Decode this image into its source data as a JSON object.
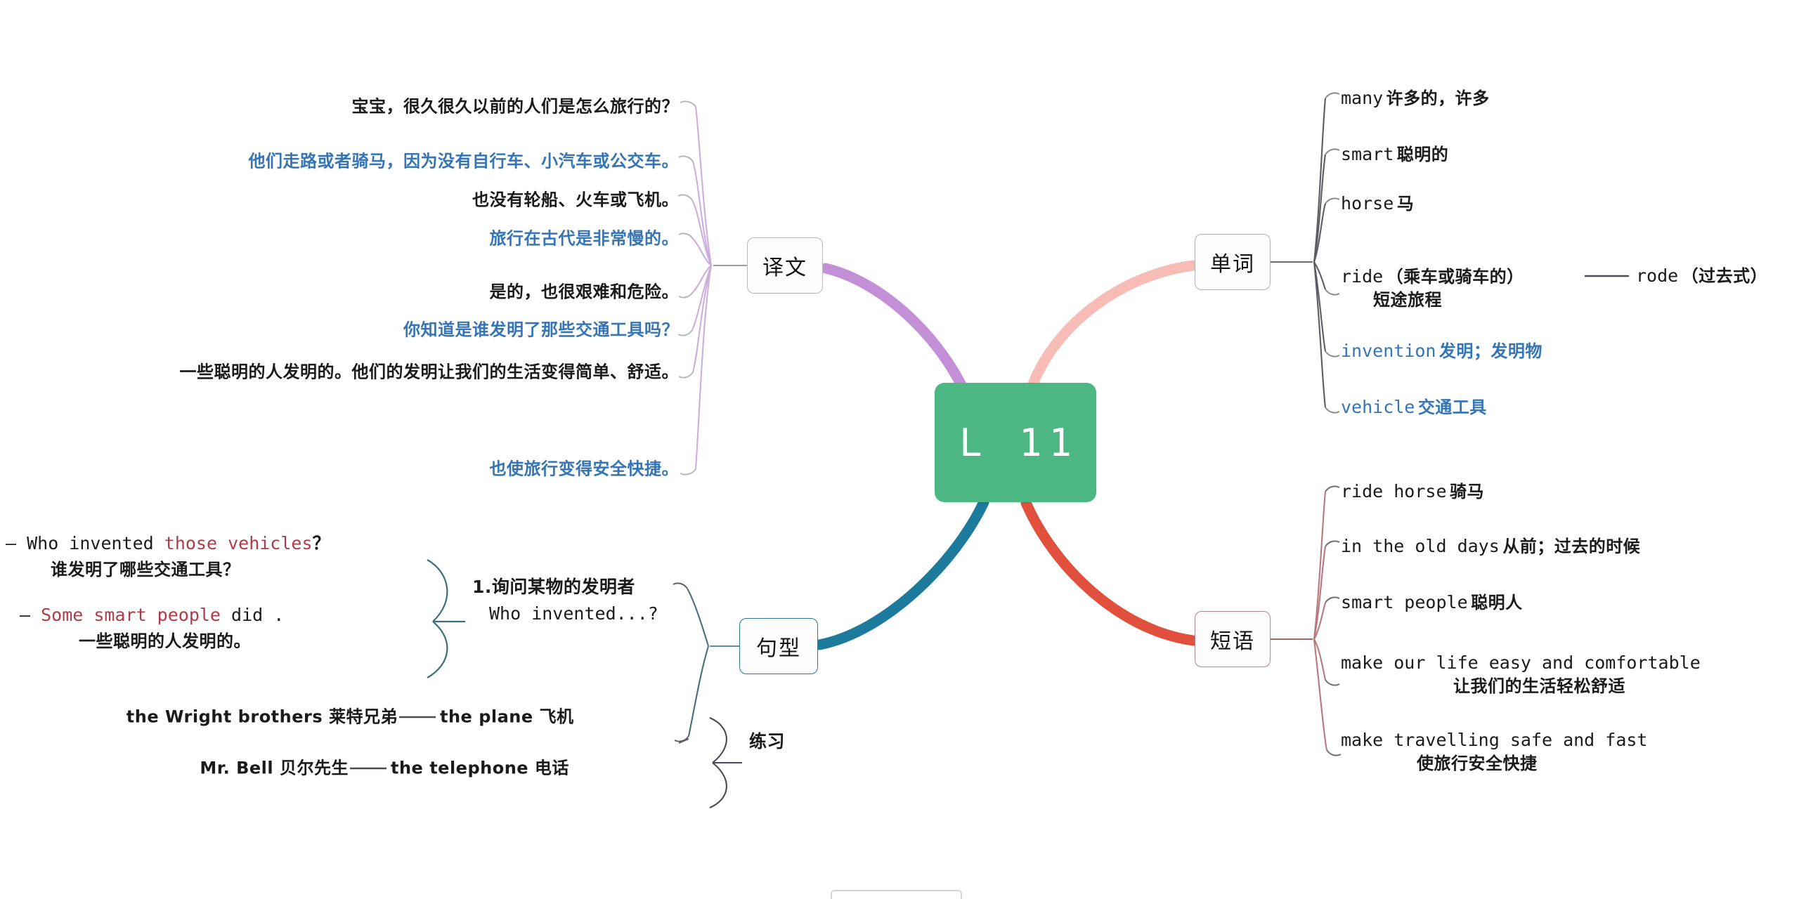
{
  "central": {
    "label": "L 11",
    "color": "#4cb782"
  },
  "branches": {
    "yiwen": {
      "label": "译文",
      "connector_color": "#c38fd6",
      "items": [
        {
          "text": "宝宝，很久很久以前的人们是怎么旅行的？",
          "color": "dark"
        },
        {
          "text": "他们走路或者骑马，因为没有自行车、小汽车或公交车。",
          "color": "blue"
        },
        {
          "text": "也没有轮船、火车或飞机。",
          "color": "dark"
        },
        {
          "text": "旅行在古代是非常慢的。",
          "color": "blue"
        },
        {
          "text": "是的，也很艰难和危险。",
          "color": "dark"
        },
        {
          "text": "你知道是谁发明了那些交通工具吗？",
          "color": "blue"
        },
        {
          "text": "一些聪明的人发明的。他们的发明让我们的生活变得简单、舒适。",
          "color": "dark"
        },
        {
          "text": "也使旅行变得安全快捷。",
          "color": "blue"
        }
      ]
    },
    "danci": {
      "label": "单词",
      "connector_color": "#f4b7b1",
      "items": [
        {
          "en": "many",
          "zh": "许多的，许多",
          "color": "dark"
        },
        {
          "en": "smart",
          "zh": "聪明的",
          "color": "dark"
        },
        {
          "en": "horse",
          "zh": "马",
          "color": "dark"
        },
        {
          "en": "ride",
          "zh": "（乘车或骑车的）",
          "zh2": "短途旅程",
          "color": "dark",
          "child": {
            "en": "rode",
            "zh": "（过去式）"
          }
        },
        {
          "en": "invention",
          "zh": "发明；发明物",
          "color": "blue"
        },
        {
          "en": "vehicle",
          "zh": "交通工具",
          "color": "blue"
        }
      ]
    },
    "duanyu": {
      "label": "短语",
      "connector_color": "#e0503c",
      "items": [
        {
          "en": "ride horse",
          "zh": "骑马",
          "color": "dark"
        },
        {
          "en": "in the old days",
          "zh": "从前；过去的时候",
          "color": "dark"
        },
        {
          "en": "smart people",
          "zh": "聪明人",
          "color": "dark"
        },
        {
          "en": "make our life easy and comfortable",
          "zh2": "让我们的生活轻松舒适",
          "color": "dark"
        },
        {
          "en": "make travelling safe and fast",
          "zh2": "使旅行安全快捷",
          "color": "dark"
        }
      ]
    },
    "juxing": {
      "label": "句型",
      "connector_color": "#1c7a9c",
      "groups": [
        {
          "title_cn": "1.询问某物的发明者",
          "title_en": "Who invented...?",
          "examples": [
            {
              "prefix": "– Who invented ",
              "highlight": "those vehicles",
              "suffix": "？",
              "translation": "谁发明了哪些交通工具？"
            },
            {
              "prefix": "– ",
              "highlight": "Some smart people",
              "suffix": " did .",
              "translation": "一些聪明的人发明的。"
            }
          ]
        },
        {
          "title_cn": "练习",
          "pairs": [
            {
              "left": "the Wright brothers 莱特兄弟",
              "right": "the plane 飞机"
            },
            {
              "left": "Mr. Bell 贝尔先生",
              "right": "the telephone 电话"
            }
          ]
        }
      ]
    }
  }
}
